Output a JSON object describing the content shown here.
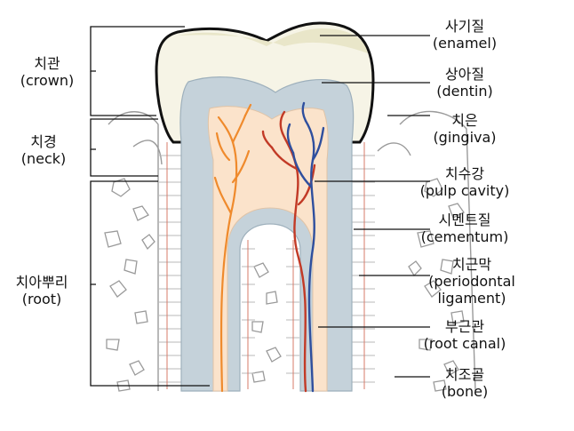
{
  "colors": {
    "enamel": "#f6f4e6",
    "dentin": "#c5d2da",
    "pulp": "#fbe3cb",
    "artery": "#c23a26",
    "vein": "#2f4f9e",
    "nerve": "#ef8a2c",
    "bone_outline": "#8c8c8c",
    "leader": "#111111"
  },
  "labels_left": [
    {
      "id": "crown",
      "ko": "치관",
      "en": "(crown)"
    },
    {
      "id": "neck",
      "ko": "치경",
      "en": "(neck)"
    },
    {
      "id": "root",
      "ko": "치아뿌리",
      "en": "(root)"
    }
  ],
  "labels_right": [
    {
      "id": "enamel",
      "ko": "사기질",
      "en": "(enamel)"
    },
    {
      "id": "dentin",
      "ko": "상아질",
      "en": "(dentin)"
    },
    {
      "id": "gingiva",
      "ko": "치은",
      "en": "(gingiva)"
    },
    {
      "id": "pulp",
      "ko": "치수강",
      "en": "(pulp cavity)"
    },
    {
      "id": "cementum",
      "ko": "시멘트질",
      "en": "(cementum)"
    },
    {
      "id": "pdl",
      "ko": "치근막",
      "en": "(periodontal",
      "en2": "ligament)"
    },
    {
      "id": "canal",
      "ko": "부근관",
      "en": "(root canal)"
    },
    {
      "id": "bone",
      "ko": "치조골",
      "en": "(bone)"
    }
  ]
}
